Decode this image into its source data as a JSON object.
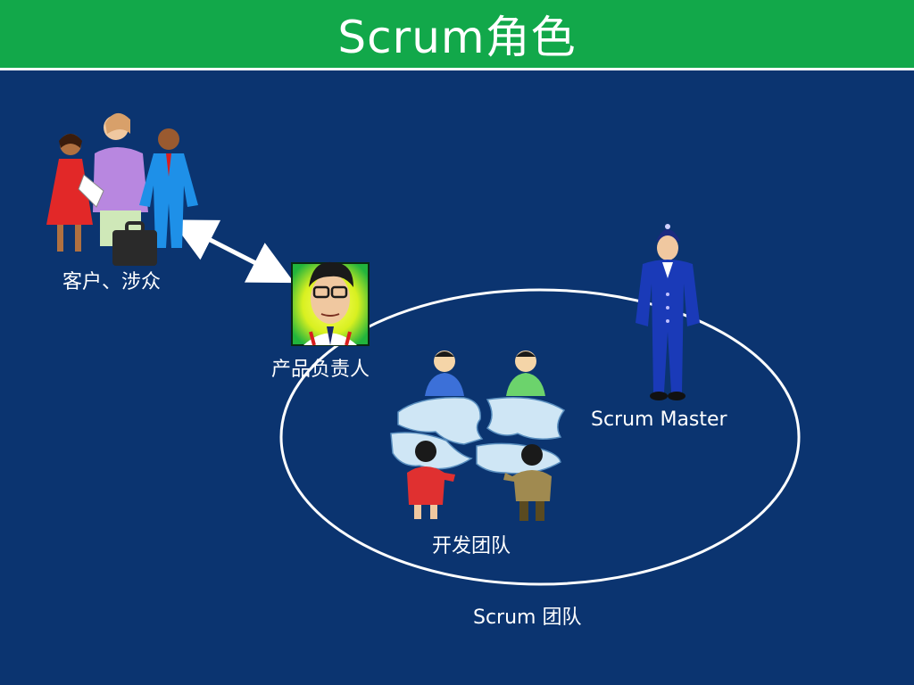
{
  "title": "Scrum角色",
  "roles": {
    "stakeholders": "客户、涉众",
    "product_owner": "产品负责人",
    "scrum_master": "Scrum Master",
    "dev_team": "开发团队",
    "scrum_team": "Scrum 团队"
  },
  "colors": {
    "background": "#0b3470",
    "title_bar": "#12a84a",
    "line": "#ffffff"
  }
}
